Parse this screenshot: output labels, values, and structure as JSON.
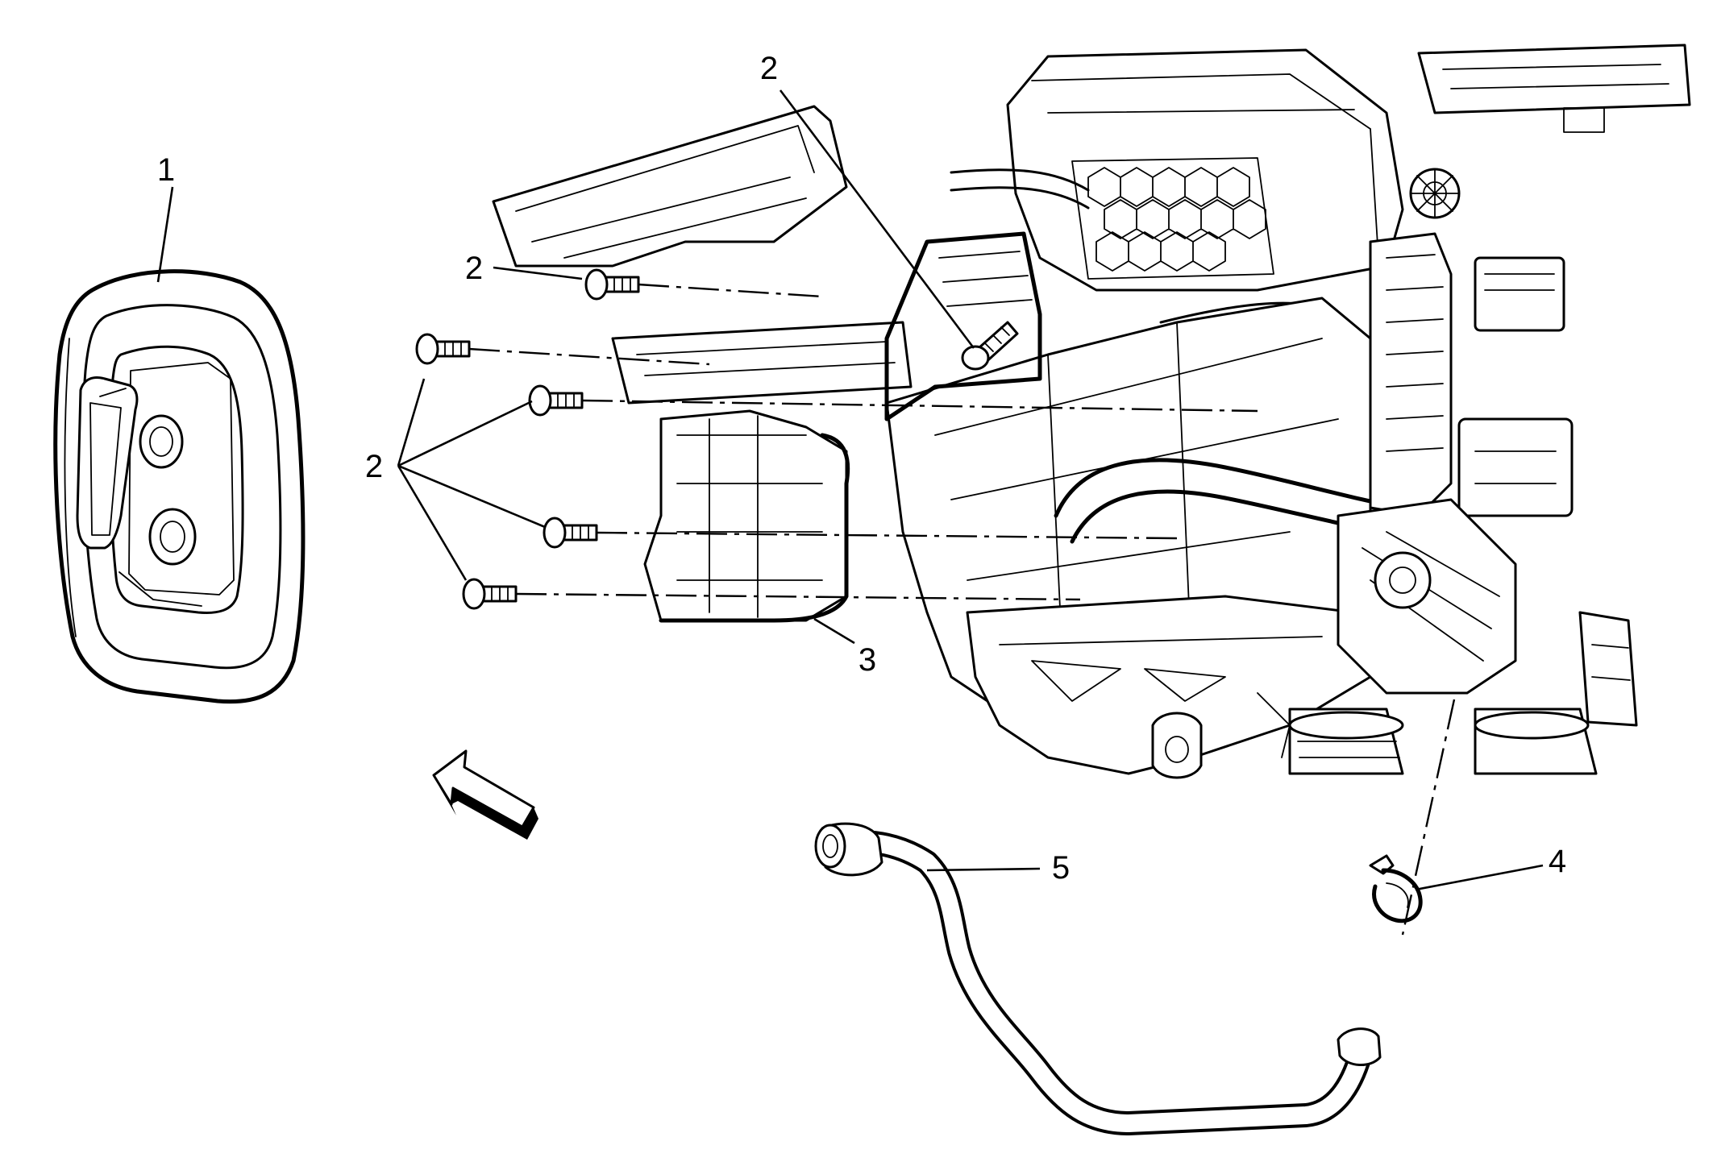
{
  "callouts": {
    "c1": "1",
    "c2_top": "2",
    "c2_upper": "2",
    "c2_group": "2",
    "c3": "3",
    "c4": "4",
    "c5": "5"
  },
  "colors": {
    "line": "#000000",
    "background": "#ffffff"
  }
}
